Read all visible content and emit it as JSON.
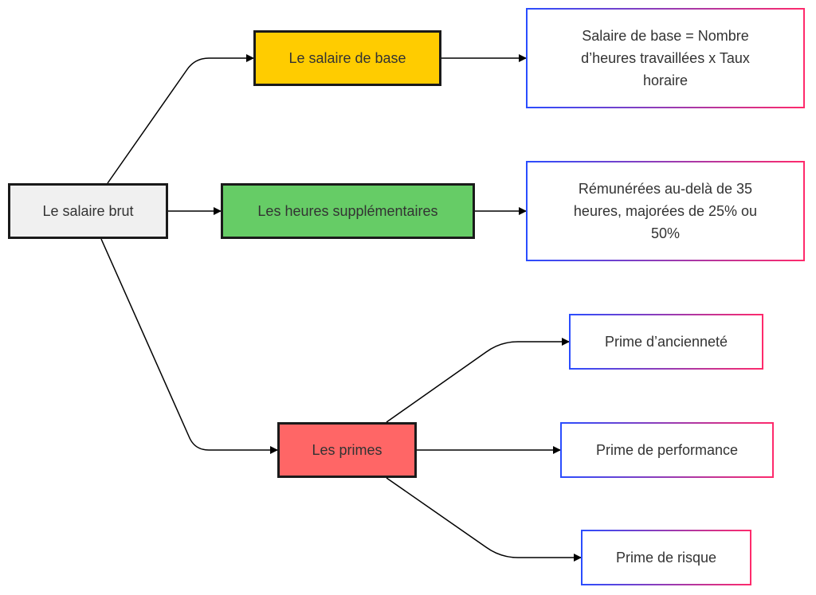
{
  "nodes": {
    "root": {
      "label": "Le salaire brut",
      "color": "#f0f0f0"
    },
    "base": {
      "label": "Le salaire de base",
      "color": "#ffcc00"
    },
    "heures": {
      "label": "Les heures supplémentaires",
      "color": "#66cc66"
    },
    "primes": {
      "label": "Les primes",
      "color": "#ff6666"
    },
    "base_detail": {
      "label": "Salaire de base = Nombre d’heures travaillées x Taux horaire"
    },
    "heures_detail": {
      "label": "Rémunérées au-delà de 35 heures, majorées de 25% ou 50%"
    },
    "prime_anciennete": {
      "label": "Prime d’ancienneté"
    },
    "prime_performance": {
      "label": "Prime de performance"
    },
    "prime_risque": {
      "label": "Prime de risque"
    }
  },
  "edges": [
    {
      "from": "root",
      "to": "base"
    },
    {
      "from": "root",
      "to": "heures"
    },
    {
      "from": "root",
      "to": "primes"
    },
    {
      "from": "base",
      "to": "base_detail"
    },
    {
      "from": "heures",
      "to": "heures_detail"
    },
    {
      "from": "primes",
      "to": "prime_anciennete"
    },
    {
      "from": "primes",
      "to": "prime_performance"
    },
    {
      "from": "primes",
      "to": "prime_risque"
    }
  ],
  "theme": {
    "edge_color": "#000000",
    "leaf_border_gradient": [
      "#2a4dff",
      "#ff2a6b"
    ]
  }
}
